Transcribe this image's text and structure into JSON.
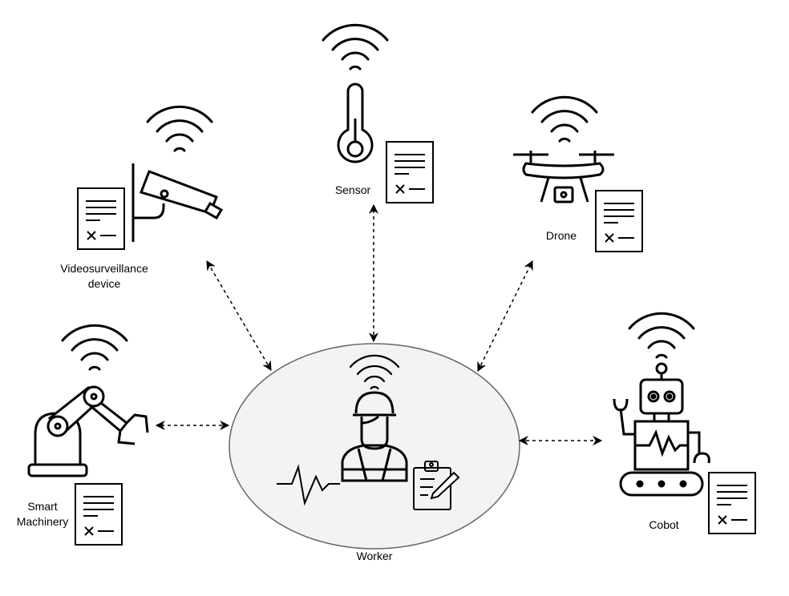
{
  "diagram": {
    "center_node": {
      "label": "Worker",
      "fill": "#f3f3f3",
      "stroke": "#666666"
    },
    "nodes": [
      {
        "id": "videosurveillance",
        "label_line1": "Videosurveillance",
        "label_line2": "device",
        "icon": "cctv-camera-icon"
      },
      {
        "id": "sensor",
        "label": "Sensor",
        "icon": "thermometer-icon"
      },
      {
        "id": "drone",
        "label": "Drone",
        "icon": "drone-icon"
      },
      {
        "id": "smart-machinery",
        "label_line1": "Smart",
        "label_line2": "Machinery",
        "icon": "robotic-arm-icon"
      },
      {
        "id": "cobot",
        "label": "Cobot",
        "icon": "robot-icon"
      }
    ],
    "edges": [
      {
        "from": "worker",
        "to": "videosurveillance",
        "style": "dashed",
        "direction": "both"
      },
      {
        "from": "worker",
        "to": "sensor",
        "style": "dashed",
        "direction": "both"
      },
      {
        "from": "worker",
        "to": "drone",
        "style": "dashed",
        "direction": "both"
      },
      {
        "from": "worker",
        "to": "smart-machinery",
        "style": "dashed",
        "direction": "both"
      },
      {
        "from": "worker",
        "to": "cobot",
        "style": "dashed",
        "direction": "both"
      }
    ],
    "stroke_color": "#000000"
  }
}
